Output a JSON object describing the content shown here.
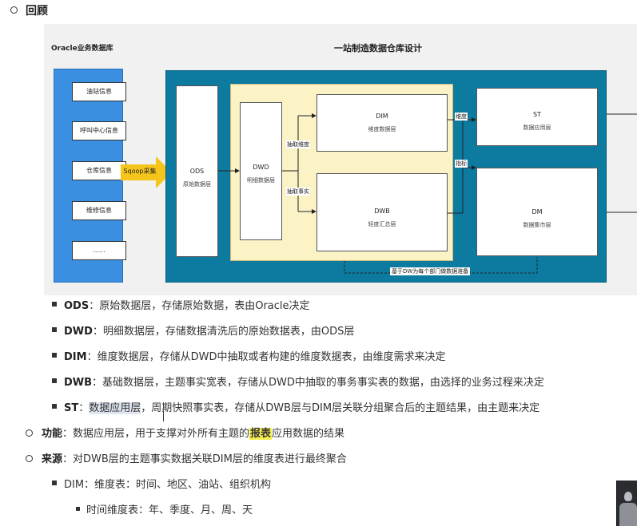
{
  "heading": "回顾",
  "diagram": {
    "left_title": "Oracle业务数据库",
    "right_title": "一站制造数据仓库设计",
    "sources": [
      "油站信息",
      "呼叫中心信息",
      "仓库信息",
      "维修信息",
      "......"
    ],
    "sqoop": "Sqoop采集",
    "ods": {
      "name": "ODS",
      "desc": "原始数据层"
    },
    "dwd": {
      "name": "DWD",
      "desc": "明细数据层"
    },
    "dim": {
      "name": "DIM",
      "desc": "维度数据层"
    },
    "dwb": {
      "name": "DWB",
      "desc": "轻度汇总层"
    },
    "st": {
      "name": "ST",
      "desc": "数据应用层"
    },
    "dm": {
      "name": "DM",
      "desc": "数据集市层"
    },
    "arrow_dim": "抽取维度",
    "arrow_fact": "抽取事实",
    "arrow_wd": "维度",
    "arrow_zb": "指标",
    "bottom_note": "基于DW为每个部门做数据准备"
  },
  "layers": [
    {
      "key": "ODS",
      "text": "：原始数据层，存储原始数据，表由Oracle决定"
    },
    {
      "key": "DWD",
      "text": "：明细数据层，存储数据清洗后的原始数据表，由ODS层"
    },
    {
      "key": "DIM",
      "text": "：维度数据层，存储从DWD中抽取或者构建的维度数据表，由维度需求来决定"
    },
    {
      "key": "DWB",
      "text": "：基础数据层，主题事实宽表，存储从DWD中抽取的事务事实表的数据，由选择的业务过程来决定"
    },
    {
      "key": "ST",
      "sep": "：",
      "selected": "数据应用层",
      "text": "，周期快照事实表，存储从DWB层与DIM层关联分组聚合后的主题结果，由主题来决定"
    }
  ],
  "function": {
    "key": "功能",
    "pre": "：数据应用层，用于支撑对外所有主题的",
    "highlight": "报表",
    "post": "应用数据的结果"
  },
  "source": {
    "key": "来源",
    "text": "：对DWB层的主题事实数据关联DIM层的维度表进行最终聚合"
  },
  "dim_line": "DIM：维度表：时间、地区、油站、组织机构",
  "time_line": "时间维度表：年、季度、月、周、天"
}
